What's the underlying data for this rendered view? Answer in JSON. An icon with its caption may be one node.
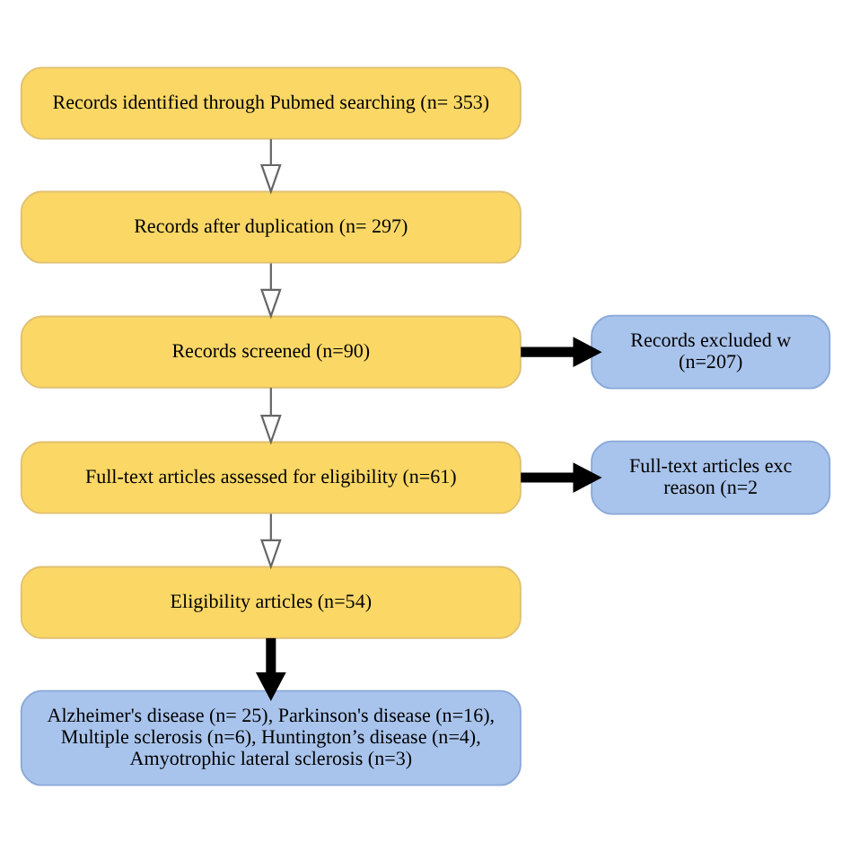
{
  "diagram": {
    "nodes": [
      {
        "text": [
          "Records identified through Pubmed searching (n= 353)"
        ]
      },
      {
        "text": [
          "Records after duplication (n= 297)"
        ]
      },
      {
        "text": [
          "Records screened (n=90)"
        ]
      },
      {
        "text": [
          "Records excluded w (n=207)"
        ]
      },
      {
        "text": [
          "Full-text articles assessed for eligibility (n=61)"
        ]
      },
      {
        "text": [
          "Full-text articles exc reason (n=2"
        ]
      },
      {
        "text": [
          "Eligibility articles (n=54)"
        ]
      },
      {
        "text": [
          "Alzheimer's disease (n= 25), Parkinson's disease (n=16), Multiple sclerosis (n=6), Huntington’s disease (n=4), Amyotrophic lateral sclerosis (n=3)"
        ]
      }
    ],
    "edges": [
      {
        "from": 0,
        "to": 1,
        "arrow": "to"
      },
      {
        "from": 1,
        "to": 2,
        "arrow": "to"
      },
      {
        "from": 2,
        "to": 3,
        "arrow": "to",
        "style": "thick",
        "color": "#000000"
      },
      {
        "from": 2,
        "to": 4,
        "arrow": "to"
      },
      {
        "from": 4,
        "to": 5,
        "arrow": "to",
        "style": "thick",
        "color": "#000000"
      },
      {
        "from": 4,
        "to": 6,
        "arrow": "to"
      },
      {
        "from": 6,
        "to": 7,
        "arrow": "to",
        "style": "thick",
        "color": "#000000"
      }
    ]
  }
}
